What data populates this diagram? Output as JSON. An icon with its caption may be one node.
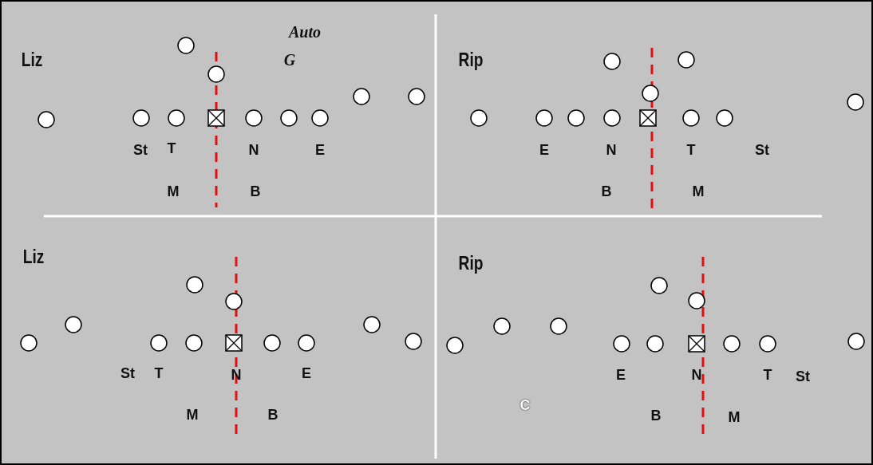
{
  "diagram": {
    "labels": [
      "Liz",
      "Auto",
      "G",
      "St",
      "T",
      "N",
      "E",
      "M",
      "B",
      "Rip",
      "E",
      "N",
      "T",
      "St",
      "B",
      "M",
      "Liz",
      "St",
      "T",
      "N",
      "E",
      "M",
      "B",
      "Rip",
      "E",
      "N",
      "T",
      "St",
      "C",
      "B",
      "M"
    ]
  }
}
